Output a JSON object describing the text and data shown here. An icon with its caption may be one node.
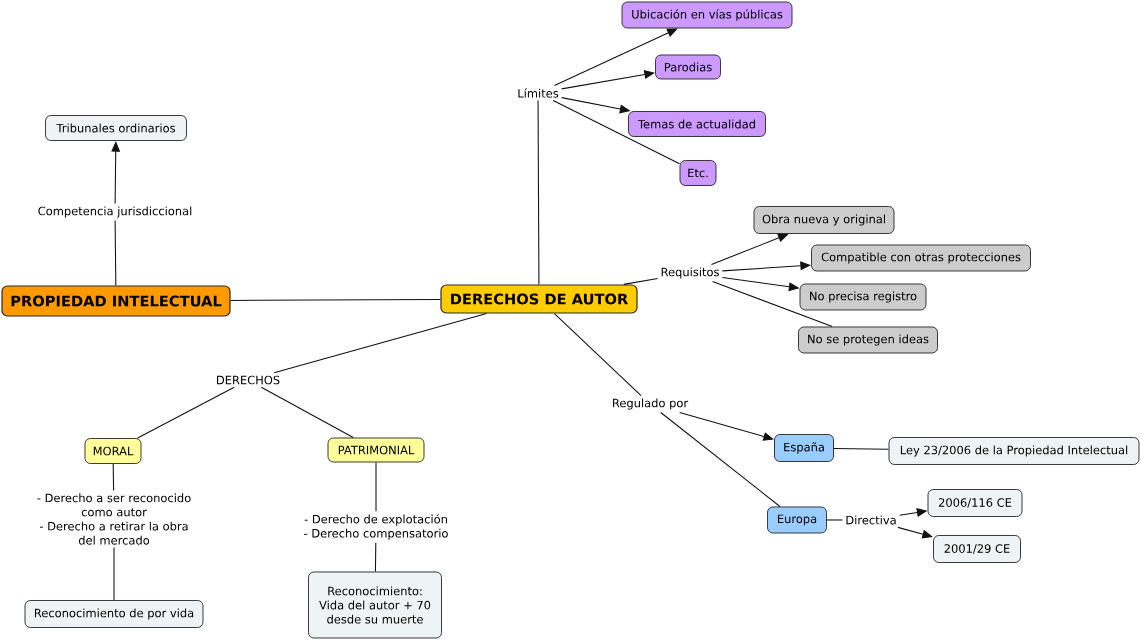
{
  "diagram": {
    "nodes": [
      {
        "text": [
          "PROPIEDAD INTELECTUAL"
        ]
      },
      {
        "text": [
          "Competencia jurisdiccional"
        ]
      },
      {
        "text": [
          "Tribunales ordinarios"
        ]
      },
      {
        "text": [
          "DERECHOS DE AUTOR"
        ]
      },
      {
        "text": [
          "Límites"
        ]
      },
      {
        "text": [
          "Ubicación en vías públicas"
        ]
      },
      {
        "text": [
          "Parodias"
        ]
      },
      {
        "text": [
          "Temas de actualidad"
        ]
      },
      {
        "text": [
          "Etc."
        ]
      },
      {
        "text": [
          "Requisitos"
        ]
      },
      {
        "text": [
          "Obra nueva y original"
        ]
      },
      {
        "text": [
          "Compatible con otras protecciones"
        ]
      },
      {
        "text": [
          "No precisa registro"
        ]
      },
      {
        "text": [
          "No se protegen ideas"
        ]
      },
      {
        "text": [
          "DERECHOS"
        ]
      },
      {
        "text": [
          "MORAL"
        ]
      },
      {
        "text": [
          "PATRIMONIAL"
        ]
      },
      {
        "text": [
          "- Derecho a ser reconocido como autor",
          "- Derecho a retirar la obra del mercado"
        ]
      },
      {
        "text": [
          "- Derecho de explotación",
          "- Derecho compensatorio"
        ]
      },
      {
        "text": [
          "Reconocimiento de por vida"
        ]
      },
      {
        "text": [
          "Reconocimiento:",
          "Vida del autor + 70 desde su muerte"
        ]
      },
      {
        "text": [
          "Regulado por"
        ]
      },
      {
        "text": [
          "España"
        ]
      },
      {
        "text": [
          "Ley 23/2006 de la Propiedad Intelectual"
        ]
      },
      {
        "text": [
          "Europa"
        ]
      },
      {
        "text": [
          "Directiva"
        ]
      },
      {
        "text": [
          "2006/116 CE"
        ]
      },
      {
        "text": [
          "2001/29 CE"
        ]
      }
    ],
    "edges": [
      {
        "from": 0,
        "to": 1,
        "arrow": "none"
      },
      {
        "from": 1,
        "to": 2,
        "arrow": "to"
      },
      {
        "from": 0,
        "to": 3,
        "arrow": "none"
      },
      {
        "from": 3,
        "to": 4,
        "arrow": "none"
      },
      {
        "from": 4,
        "to": 5,
        "arrow": "to"
      },
      {
        "from": 4,
        "to": 6,
        "arrow": "to"
      },
      {
        "from": 4,
        "to": 7,
        "arrow": "to"
      },
      {
        "from": 4,
        "to": 8,
        "arrow": "none"
      },
      {
        "from": 3,
        "to": 9,
        "arrow": "none"
      },
      {
        "from": 9,
        "to": 10,
        "arrow": "to"
      },
      {
        "from": 9,
        "to": 11,
        "arrow": "to"
      },
      {
        "from": 9,
        "to": 12,
        "arrow": "to"
      },
      {
        "from": 9,
        "to": 13,
        "arrow": "none"
      },
      {
        "from": 3,
        "to": 14,
        "arrow": "none"
      },
      {
        "from": 14,
        "to": 15,
        "arrow": "none"
      },
      {
        "from": 14,
        "to": 16,
        "arrow": "none"
      },
      {
        "from": 15,
        "to": 17,
        "arrow": "none"
      },
      {
        "from": 17,
        "to": 19,
        "arrow": "none"
      },
      {
        "from": 16,
        "to": 18,
        "arrow": "none"
      },
      {
        "from": 18,
        "to": 20,
        "arrow": "none"
      },
      {
        "from": 3,
        "to": 21,
        "arrow": "none"
      },
      {
        "from": 21,
        "to": 22,
        "arrow": "to"
      },
      {
        "from": 21,
        "to": 24,
        "arrow": "none"
      },
      {
        "from": 22,
        "to": 23,
        "arrow": "none"
      },
      {
        "from": 24,
        "to": 25,
        "arrow": "none"
      },
      {
        "from": 25,
        "to": 26,
        "arrow": "to"
      },
      {
        "from": 25,
        "to": 27,
        "arrow": "to"
      }
    ]
  }
}
